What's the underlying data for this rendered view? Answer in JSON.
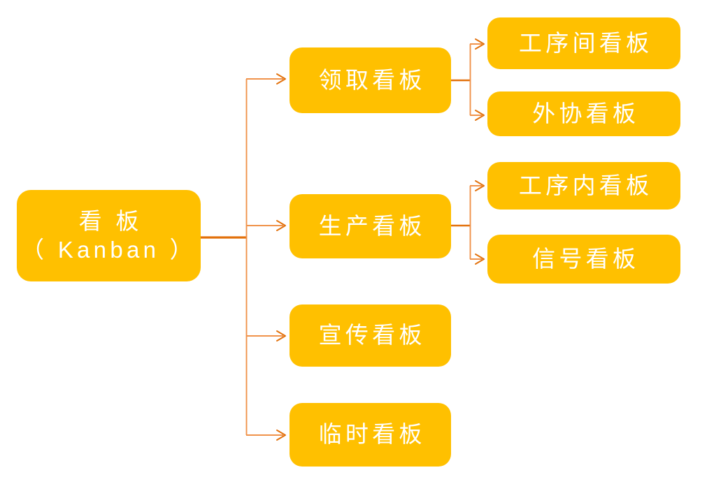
{
  "diagram": {
    "title": "看板（Kanban）分类结构图",
    "type": "tree",
    "orientation": "left-to-right",
    "colors": {
      "node_fill": "#FFC000",
      "node_text": "#FFFFFF",
      "trunk_line": "#E2710C",
      "branch_line": "#F0924A",
      "arrow": "#E2710C",
      "background": "#FFFFFF"
    },
    "root": {
      "id": "kanban-root",
      "label": "看 板\n（ Kanban ）",
      "label_line1": "看 板",
      "label_line2": "（ Kanban ）"
    },
    "level2": [
      {
        "id": "lingqu",
        "label": "领取看板"
      },
      {
        "id": "shengchan",
        "label": "生产看板"
      },
      {
        "id": "xuanchuan",
        "label": "宣传看板"
      },
      {
        "id": "linshi",
        "label": "临时看板"
      }
    ],
    "level3": [
      {
        "id": "gongxujian",
        "parent": "lingqu",
        "label": "工序间看板"
      },
      {
        "id": "waixie",
        "parent": "lingqu",
        "label": "外协看板"
      },
      {
        "id": "gongxunei",
        "parent": "shengchan",
        "label": "工序内看板"
      },
      {
        "id": "xinhao",
        "parent": "shengchan",
        "label": "信号看板"
      }
    ],
    "edges": [
      {
        "from": "kanban-root",
        "to": "lingqu"
      },
      {
        "from": "kanban-root",
        "to": "shengchan"
      },
      {
        "from": "kanban-root",
        "to": "xuanchuan"
      },
      {
        "from": "kanban-root",
        "to": "linshi"
      },
      {
        "from": "lingqu",
        "to": "gongxujian"
      },
      {
        "from": "lingqu",
        "to": "waixie"
      },
      {
        "from": "shengchan",
        "to": "gongxunei"
      },
      {
        "from": "shengchan",
        "to": "xinhao"
      }
    ]
  }
}
